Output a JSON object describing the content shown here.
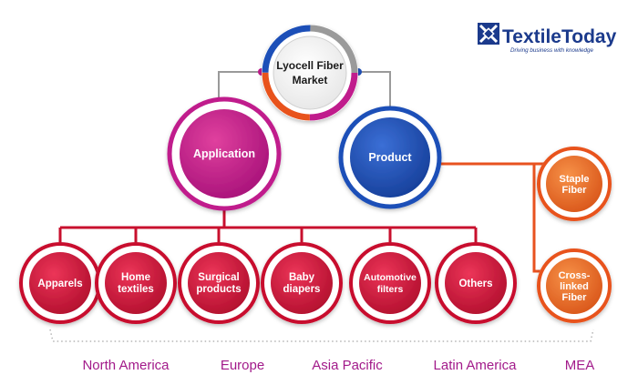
{
  "logo": {
    "name": "TextileToday",
    "tagline": "Driving business with knowledge",
    "color": "#1b3a8c"
  },
  "root": {
    "line1": "Lyocell Fiber",
    "line2": "Market"
  },
  "branches": {
    "application": {
      "label": "Application",
      "color": "#c01a8c"
    },
    "product": {
      "label": "Product",
      "color": "#1f50b8"
    }
  },
  "application_items": [
    {
      "line1": "Apparels",
      "line2": ""
    },
    {
      "line1": "Home",
      "line2": "textiles"
    },
    {
      "line1": "Surgical",
      "line2": "products"
    },
    {
      "line1": "Baby",
      "line2": "diapers"
    },
    {
      "line1": "Automotive",
      "line2": "filters"
    },
    {
      "line1": "Others",
      "line2": ""
    }
  ],
  "product_items": [
    {
      "line1": "Staple",
      "line2": "Fiber",
      "line3": ""
    },
    {
      "line1": "Cross-",
      "line2": "linked",
      "line3": "Fiber"
    }
  ],
  "regions": [
    "North America",
    "Europe",
    "Asia Pacific",
    "Latin America",
    "MEA"
  ],
  "colors": {
    "application_connector": "#c8102e",
    "product_connector": "#e8521f",
    "app_leaf": "#d3163a",
    "product_leaf": "#f07023",
    "root_ring": [
      "#c01a8c",
      "#e8521f",
      "#1f50b8",
      "#888888"
    ],
    "region_text": "#a21a8a"
  }
}
